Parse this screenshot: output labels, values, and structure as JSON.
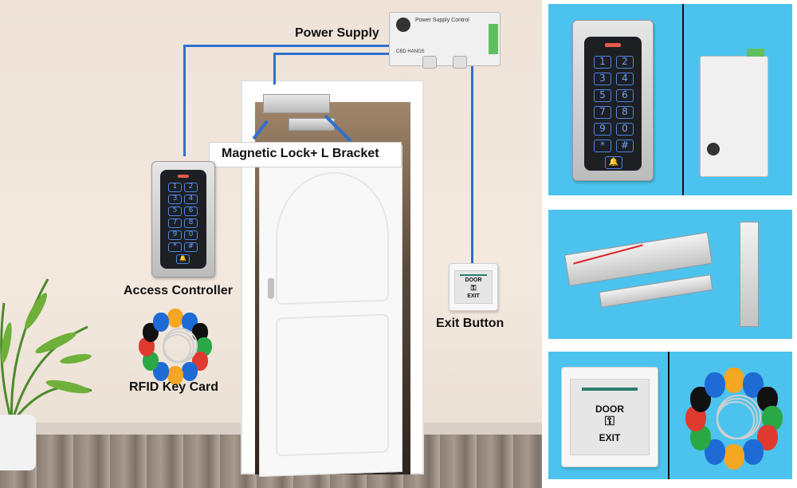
{
  "labels": {
    "power_supply": "Power Supply",
    "magnetic_lock": "Magnetic Lock+ L Bracket",
    "access_controller": "Access Controller",
    "exit_button": "Exit Button",
    "rfid_key_card": "RFID Key Card"
  },
  "psu": {
    "title": "Power Supply Control",
    "brand": "CBD HANOS"
  },
  "keypad": {
    "keys": [
      "1",
      "2",
      "3",
      "4",
      "5",
      "6",
      "7",
      "8",
      "9",
      "0",
      "*",
      "#"
    ],
    "bell": "🔔"
  },
  "exit_plate": {
    "line1": "DOOR",
    "key_glyph": "⚿",
    "line2": "EXIT"
  },
  "colors": {
    "panel_bg": "#4cc3ee",
    "wire": "#2f6fd0",
    "fobs": [
      "#f5a623",
      "#1e6bd6",
      "#111111",
      "#2aa845",
      "#e03a2f",
      "#1e6bd6",
      "#f5a623",
      "#1e6bd6",
      "#2aa845",
      "#e03a2f",
      "#111111",
      "#1e6bd6"
    ]
  }
}
